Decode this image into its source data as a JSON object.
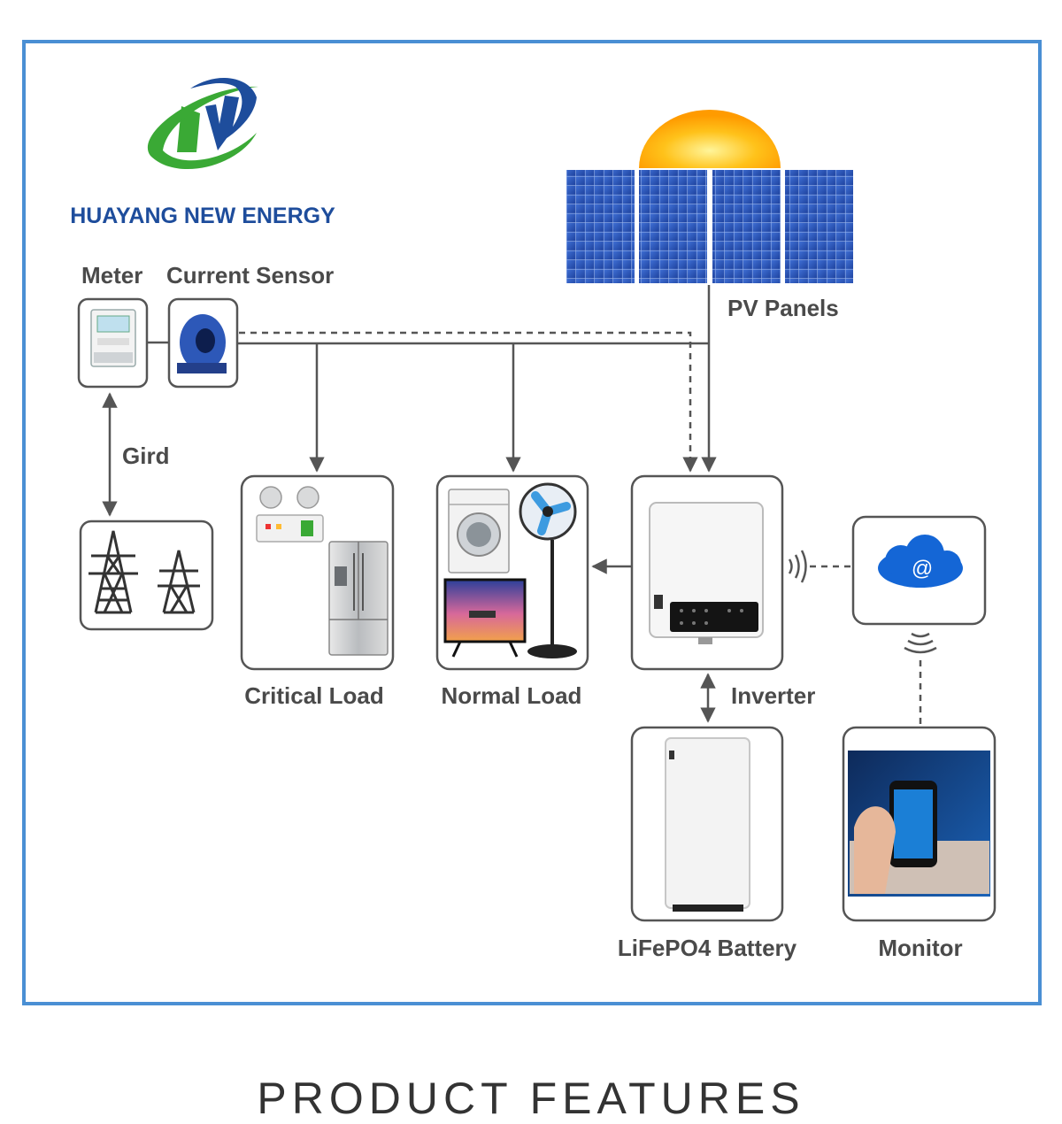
{
  "brand": {
    "name": "HUAYANG NEW ENERGY",
    "colors": {
      "blue": "#1e4d9c",
      "green": "#3aa935",
      "frame": "#4a8fd4"
    }
  },
  "labels": {
    "meter": "Meter",
    "current_sensor": "Current Sensor",
    "pv_panels": "PV Panels",
    "grid": "Gird",
    "critical_load": "Critical Load",
    "normal_load": "Normal Load",
    "inverter": "Inverter",
    "battery": "LiFePO4 Battery",
    "monitor": "Monitor"
  },
  "icons": {
    "cloud": "@"
  },
  "footer": {
    "title": "PRODUCT FEATURES"
  }
}
